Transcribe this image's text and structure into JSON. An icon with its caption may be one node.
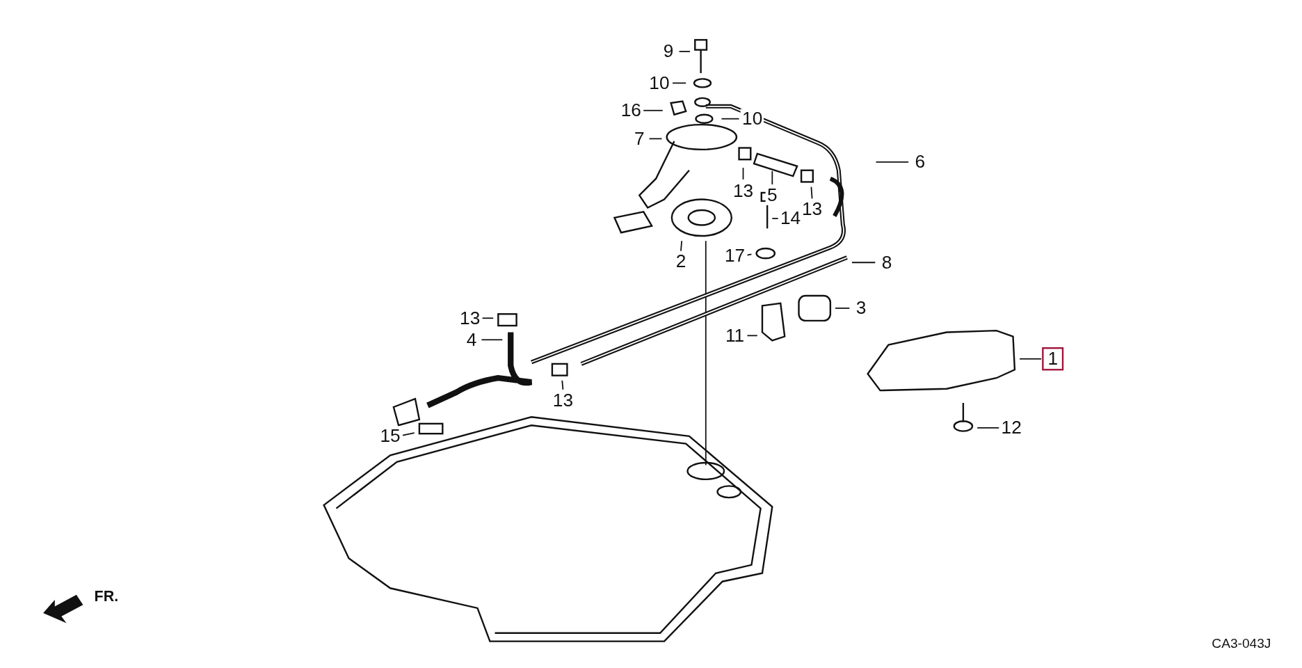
{
  "diagram": {
    "nodes": [
      {
        "text": [
          "9"
        ]
      },
      {
        "text": [
          "10"
        ]
      },
      {
        "text": [
          "16"
        ]
      },
      {
        "text": [
          "10"
        ]
      },
      {
        "text": [
          "7"
        ]
      },
      {
        "text": [
          "6"
        ]
      },
      {
        "text": [
          "13"
        ]
      },
      {
        "text": [
          "5"
        ]
      },
      {
        "text": [
          "13"
        ]
      },
      {
        "text": [
          "14"
        ]
      },
      {
        "text": [
          "2"
        ]
      },
      {
        "text": [
          "17"
        ]
      },
      {
        "text": [
          "8"
        ]
      },
      {
        "text": [
          "3"
        ]
      },
      {
        "text": [
          "13"
        ]
      },
      {
        "text": [
          "11"
        ]
      },
      {
        "text": [
          "4"
        ]
      },
      {
        "text": [
          "1"
        ]
      },
      {
        "text": [
          "13"
        ]
      },
      {
        "text": [
          "12"
        ]
      },
      {
        "text": [
          "15"
        ]
      }
    ],
    "edges": [
      {
        "from": 0,
        "to": null,
        "arrow": "none"
      },
      {
        "from": 1,
        "to": null,
        "arrow": "none"
      },
      {
        "from": 2,
        "to": null,
        "arrow": "none"
      },
      {
        "from": 3,
        "to": null,
        "arrow": "none"
      },
      {
        "from": 4,
        "to": null,
        "arrow": "none"
      },
      {
        "from": 5,
        "to": null,
        "arrow": "none"
      },
      {
        "from": 6,
        "to": null,
        "arrow": "none"
      },
      {
        "from": 7,
        "to": null,
        "arrow": "none"
      },
      {
        "from": 8,
        "to": null,
        "arrow": "none"
      },
      {
        "from": 9,
        "to": null,
        "arrow": "none"
      },
      {
        "from": 10,
        "to": null,
        "arrow": "none"
      },
      {
        "from": 11,
        "to": null,
        "arrow": "none"
      },
      {
        "from": 12,
        "to": null,
        "arrow": "none"
      },
      {
        "from": 13,
        "to": null,
        "arrow": "none"
      },
      {
        "from": 14,
        "to": null,
        "arrow": "none"
      },
      {
        "from": 15,
        "to": null,
        "arrow": "none"
      },
      {
        "from": 16,
        "to": null,
        "arrow": "none"
      },
      {
        "from": 17,
        "to": null,
        "arrow": "none"
      },
      {
        "from": 18,
        "to": null,
        "arrow": "none"
      },
      {
        "from": 19,
        "to": null,
        "arrow": "none"
      },
      {
        "from": 20,
        "to": null,
        "arrow": "none"
      }
    ],
    "labels": [
      "FR.",
      "CA3-043J"
    ]
  }
}
